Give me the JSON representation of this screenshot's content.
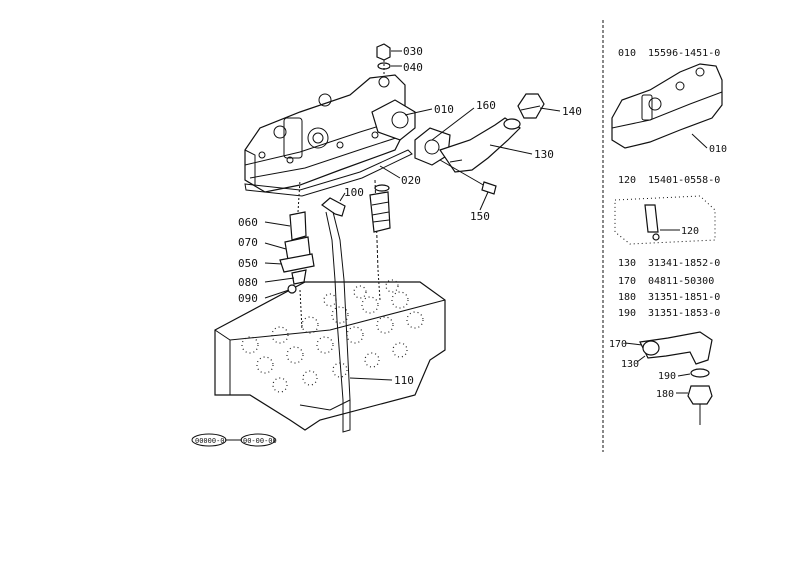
{
  "main_callouts": [
    "030",
    "040",
    "010",
    "160",
    "140",
    "130",
    "020",
    "150",
    "100",
    "060",
    "070",
    "050",
    "080",
    "090",
    "110"
  ],
  "ref_tags": [
    "00000-0",
    "00-00-00"
  ],
  "parts_list": [
    {
      "ref": "010",
      "number": "15596-1451-0"
    },
    {
      "ref": "120",
      "number": "15401-0558-0"
    },
    {
      "ref": "130",
      "number": "31341-1852-0"
    },
    {
      "ref": "170",
      "number": "04811-50300"
    },
    {
      "ref": "180",
      "number": "31351-1851-0"
    },
    {
      "ref": "190",
      "number": "31351-1853-0"
    }
  ],
  "side_callouts": [
    "010",
    "120",
    "170",
    "130",
    "190",
    "180"
  ]
}
